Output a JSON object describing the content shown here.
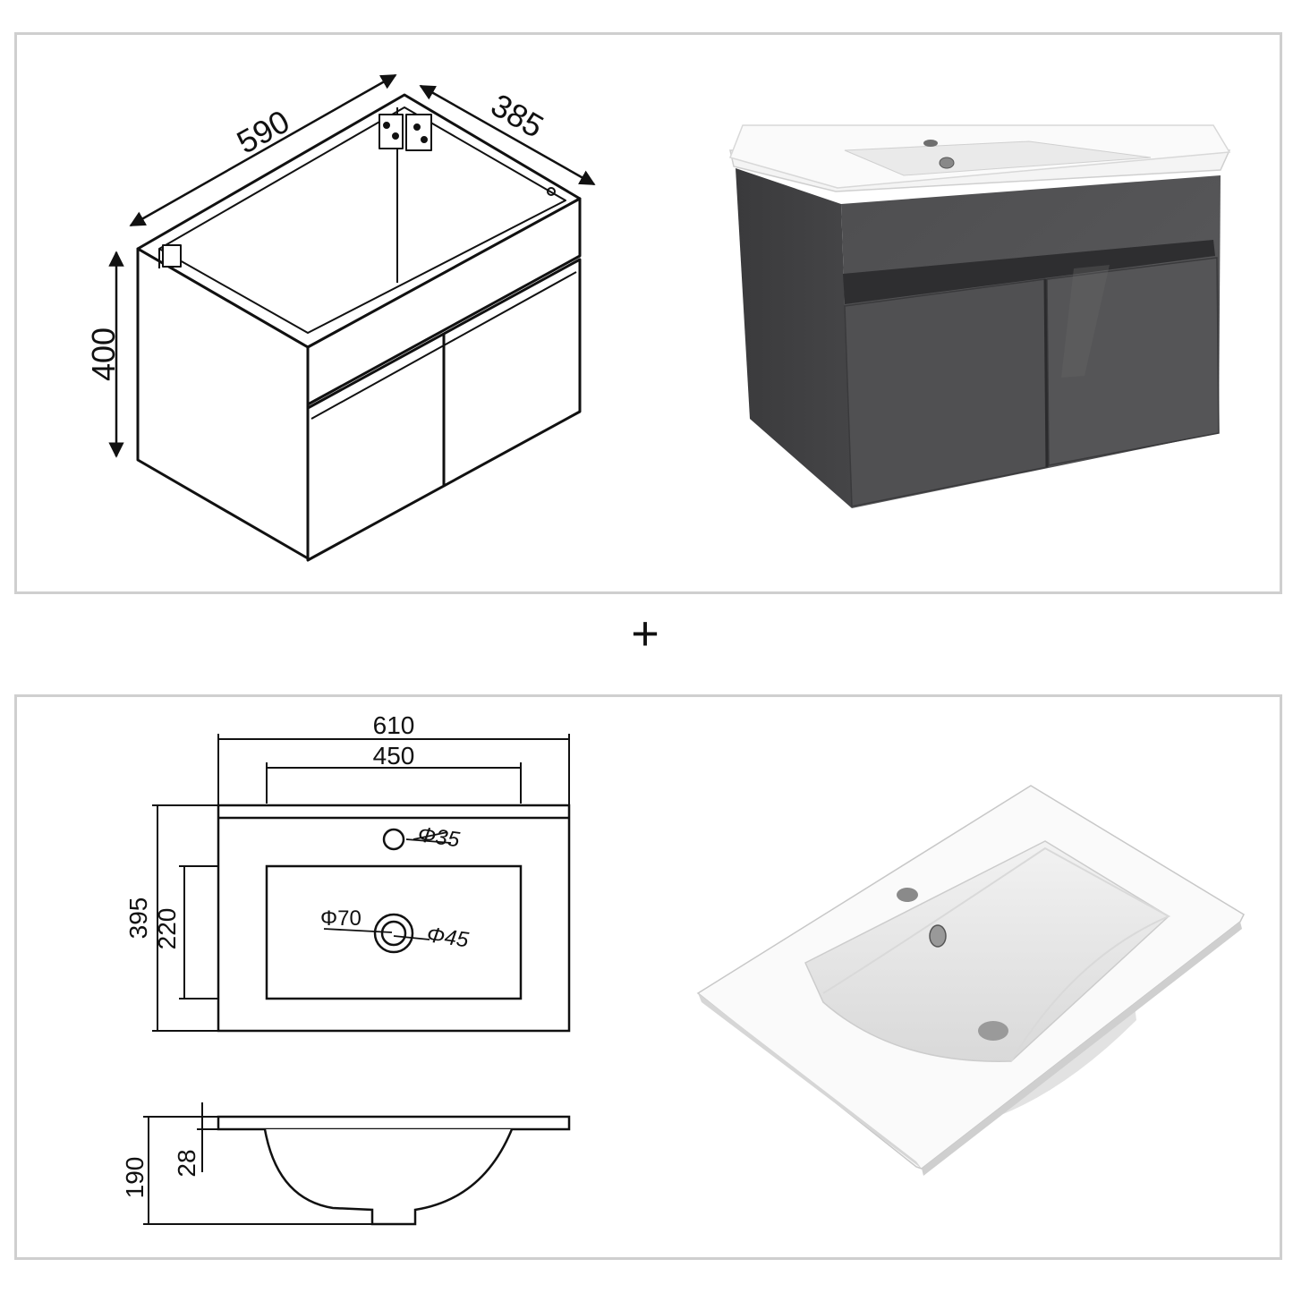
{
  "cabinet": {
    "dim_width": "590",
    "dim_depth": "385",
    "dim_height": "400"
  },
  "plus_sign": "+",
  "basin_top": {
    "dim_overall_width": "610",
    "dim_bowl_width": "450",
    "dim_overall_depth": "395",
    "dim_bowl_depth": "220",
    "tap_hole": "Φ35",
    "drain_outer": "Φ70",
    "drain_inner": "Φ45"
  },
  "basin_side": {
    "dim_total_height": "190",
    "dim_slab_thickness": "28"
  },
  "colors": {
    "panel_border": "#cfcfcf",
    "cabinet_grey": "#4a4a4c",
    "line": "#111111"
  }
}
